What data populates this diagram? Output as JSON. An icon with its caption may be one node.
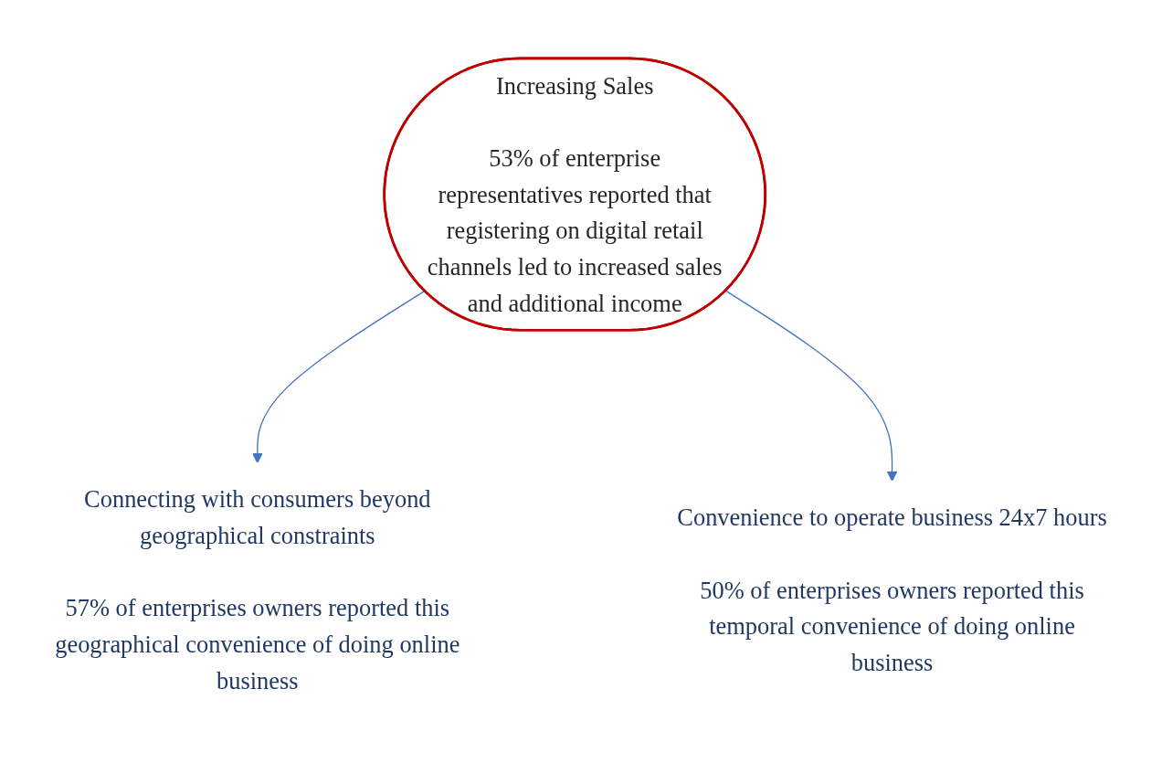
{
  "diagram": {
    "nodes": [
      {
        "text": [
          "Increasing Sales",
          "53% of enterprise representatives reported that registering on digital retail channels led to increased sales and additional income"
        ]
      },
      {
        "text": [
          "Connecting with consumers beyond geographical constraints",
          "57% of enterprises owners reported this geographical convenience of doing online business"
        ]
      },
      {
        "text": [
          "Convenience to operate business 24x7 hours",
          "50% of enterprises owners reported this temporal convenience of doing online business"
        ]
      }
    ],
    "edges": [
      {
        "from": 0,
        "to": 1,
        "arrow": "to"
      },
      {
        "from": 0,
        "to": 2,
        "arrow": "to"
      }
    ]
  }
}
